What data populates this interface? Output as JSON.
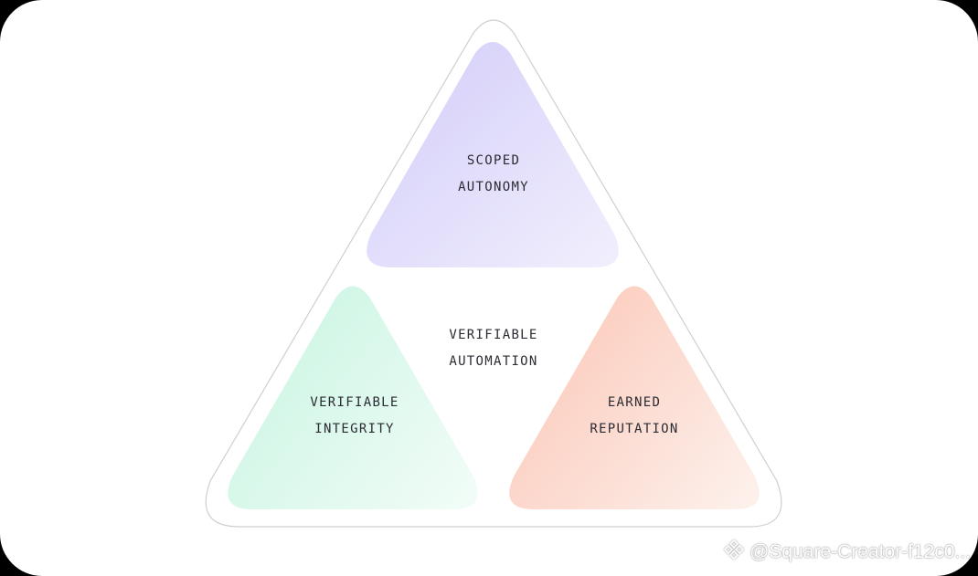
{
  "diagram": {
    "top": {
      "line1": "SCOPED",
      "line2": "AUTONOMY"
    },
    "center": {
      "line1": "VERIFIABLE",
      "line2": "AUTOMATION"
    },
    "left": {
      "line1": "VERIFIABLE",
      "line2": "INTEGRITY"
    },
    "right": {
      "line1": "EARNED",
      "line2": "REPUTATION"
    }
  },
  "colors": {
    "top_fill": "#d8d3fa",
    "left_fill": "#d3f7e8",
    "right_fill": "#fbd3c6",
    "outline": "#cfcfcf"
  },
  "watermark": {
    "icon": "binance-square-icon",
    "text": "@Square-Creator-f12c0..."
  }
}
